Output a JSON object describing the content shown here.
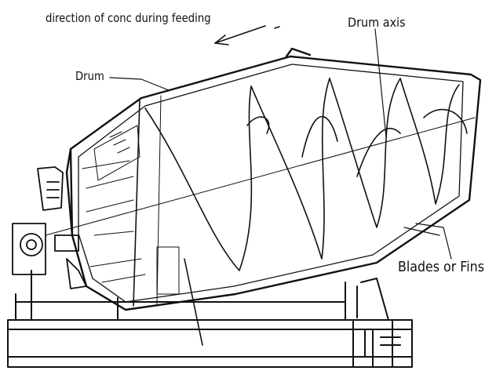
{
  "labels": {
    "direction": "direction of conc during feeding",
    "drum": "Drum",
    "drum_axis": "Drum axis",
    "blades": "Blades or Fins"
  },
  "icons": {
    "direction_arrow": "arrow-left-icon"
  },
  "colors": {
    "ink": "#111111",
    "background": "#ffffff"
  }
}
